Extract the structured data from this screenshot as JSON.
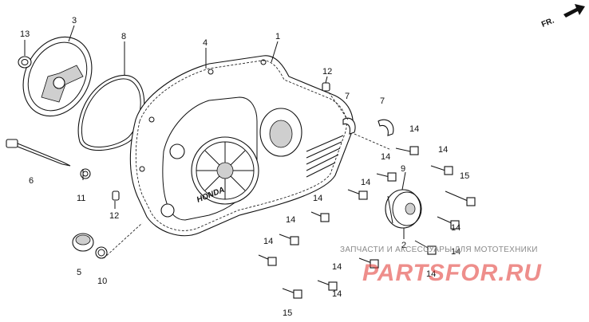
{
  "diagram": {
    "direction_marker": "FR.",
    "callouts": [
      "1",
      "2",
      "3",
      "4",
      "5",
      "6",
      "7",
      "8",
      "9",
      "10",
      "11",
      "12",
      "13",
      "14",
      "15"
    ],
    "brand_text": "HONDA"
  },
  "watermark": {
    "caption": "ЗАПЧАСТИ И АКСЕССУАРЫ ДЛЯ МОТОТЕХНИКИ",
    "brand": "PARTSFOR.RU"
  }
}
